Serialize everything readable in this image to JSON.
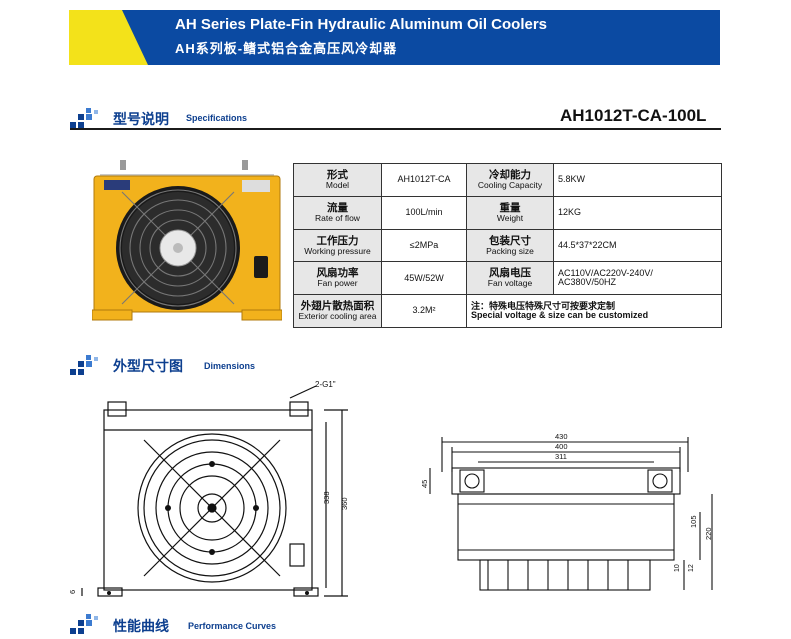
{
  "header": {
    "title_en": "AH Series Plate-Fin Hydraulic Aluminum Oil Coolers",
    "title_cn": "AH系列板-鳍式铝合金高压风冷却器"
  },
  "sections": {
    "spec": {
      "cn": "型号说明",
      "en": "Specifications"
    },
    "dims": {
      "cn": "外型尺寸图",
      "en": "Dimensions"
    },
    "perf": {
      "cn": "性能曲线",
      "en": "Performance Curves"
    }
  },
  "model_code": "AH1012T-CA-100L",
  "spec_table": {
    "r1": {
      "l1_cn": "形式",
      "l1_en": "Model",
      "v1": "AH1012T-CA",
      "l2_cn": "冷却能力",
      "l2_en": "Cooling Capacity",
      "v2": "5.8KW"
    },
    "r2": {
      "l1_cn": "流量",
      "l1_en": "Rate of flow",
      "v1": "100L/min",
      "l2_cn": "重量",
      "l2_en": "Weight",
      "v2": "12KG"
    },
    "r3": {
      "l1_cn": "工作压力",
      "l1_en": "Working pressure",
      "v1": "≤2MPa",
      "l2_cn": "包装尺寸",
      "l2_en": "Packing size",
      "v2": "44.5*37*22CM"
    },
    "r4": {
      "l1_cn": "风扇功率",
      "l1_en": "Fan power",
      "v1": "45W/52W",
      "l2_cn": "风扇电压",
      "l2_en": "Fan voltage",
      "v2a": "AC110V/AC220V-240V/",
      "v2b": "AC380V/50HZ"
    },
    "r5": {
      "l1_cn": "外翅片散热面积",
      "l1_en": "Exterior cooling area",
      "v1": "3.2M²",
      "note_cn": "注：特殊电压特殊尺寸可按要求定制",
      "note_en": "Special voltage & size can be customized"
    }
  },
  "drawing_front": {
    "port_label": "2-G1\"",
    "dims": [
      "338",
      "360",
      "6"
    ]
  },
  "drawing_side": {
    "dims_top": [
      "430",
      "400",
      "311"
    ],
    "dims_left": [
      "45"
    ],
    "dims_right": [
      "105",
      "220",
      "10",
      "12"
    ]
  },
  "colors": {
    "brand_blue": "#0b4aa2",
    "brand_yellow": "#f3e21a",
    "unit_yellow": "#f2b21c"
  }
}
